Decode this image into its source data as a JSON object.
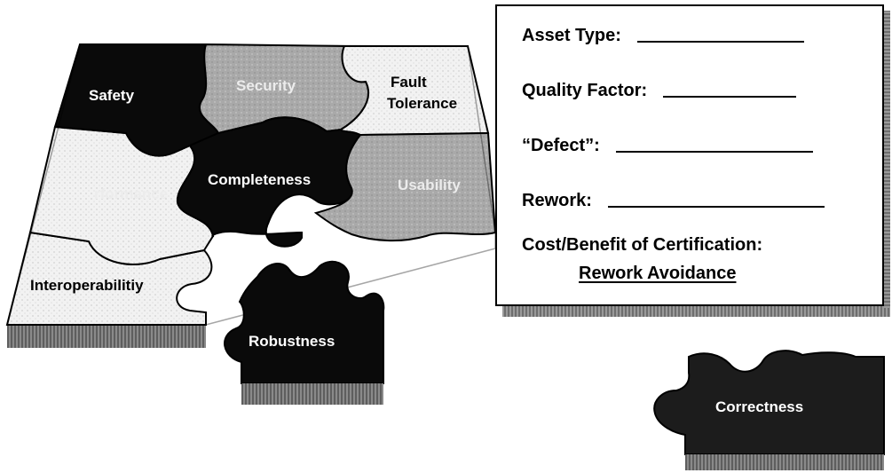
{
  "pieces": {
    "safety": "Safety",
    "security": "Security",
    "fault_tolerance_line1": "Fault",
    "fault_tolerance_line2": "Tolerance",
    "performance": "rformance",
    "completeness": "Completeness",
    "usability": "Usability",
    "interoperability": "Interoperabilitiy",
    "robustness": "Robustness",
    "correctness": "Correctness"
  },
  "form": {
    "asset_type_label": "Asset Type:",
    "quality_factor_label": "Quality Factor:",
    "defect_label": "“Defect”:",
    "rework_label": "Rework:",
    "cost_benefit_label": "Cost/Benefit of Certification:",
    "rework_avoidance": "Rework Avoidance"
  },
  "colors": {
    "dark_piece": "#0a0a0a",
    "grey_piece": "#a8a8a8",
    "light_piece": "#f0f0f0",
    "edge": "#5a5a5a"
  }
}
